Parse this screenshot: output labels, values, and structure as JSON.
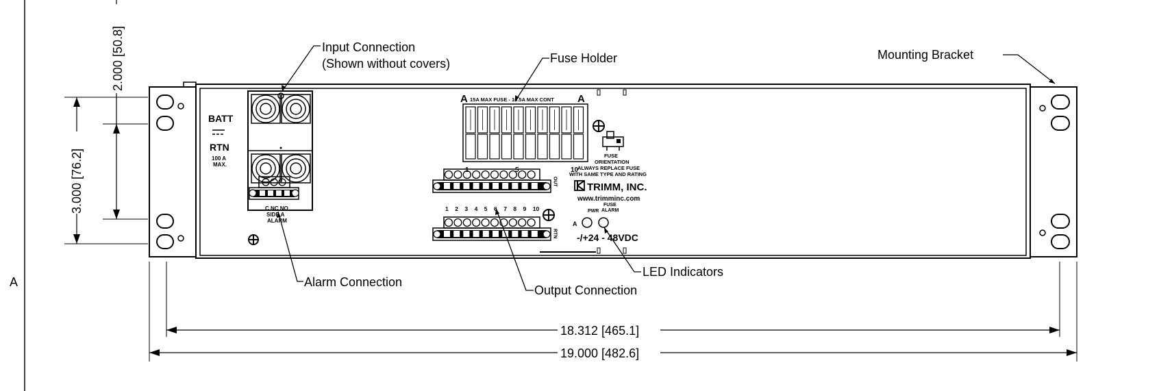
{
  "callouts": {
    "input_connection_line1": "Input Connection",
    "input_connection_line2": "(Shown without covers)",
    "fuse_holder": "Fuse Holder",
    "mounting_bracket": "Mounting Bracket",
    "alarm_connection": "Alarm Connection",
    "output_connection": "Output Connection",
    "led_indicators": "LED Indicators"
  },
  "dimensions": {
    "height_2in": "2.000 [50.8]",
    "height_3in": "3.000 [76.2]",
    "width_inner": "18.312 [465.1]",
    "width_outer": "19.000 [482.6]"
  },
  "sheet": {
    "zone_letter": "A"
  },
  "panel": {
    "batt": "BATT",
    "rtn": "RTN",
    "max_current_line1": "100 A",
    "max_current_line2": "MAX.",
    "fuse_header": "15A MAX FUSE - 10.5A MAX CONT",
    "fuse_a_left": "A",
    "fuse_a_right": "A",
    "fuse_num_1": "1",
    "fuse_num_5": "5",
    "fuse_num_10": "10",
    "fuse_caption_1": "FUSE",
    "fuse_caption_2": "ORIENTATION",
    "fuse_caption_3": "ALWAYS REPLACE FUSE",
    "fuse_caption_4": "WITH SAME TYPE AND RATING",
    "brand": "TRIMM, INC.",
    "website": "www.trimminc.com",
    "alarm_terms": "C NC NO",
    "alarm_side": "SIDE A",
    "alarm_word": "ALARM",
    "output_numbers": [
      "1",
      "2",
      "3",
      "4",
      "5",
      "6",
      "7",
      "8",
      "9",
      "10"
    ],
    "out_side_label": "OUT",
    "rtn_side_label": "RTN",
    "led_a": "A",
    "led_pwr": "PWR",
    "led_fuse_1": "FUSE",
    "led_fuse_2": "ALARM",
    "voltage": "-/+24 - 48VDC"
  }
}
